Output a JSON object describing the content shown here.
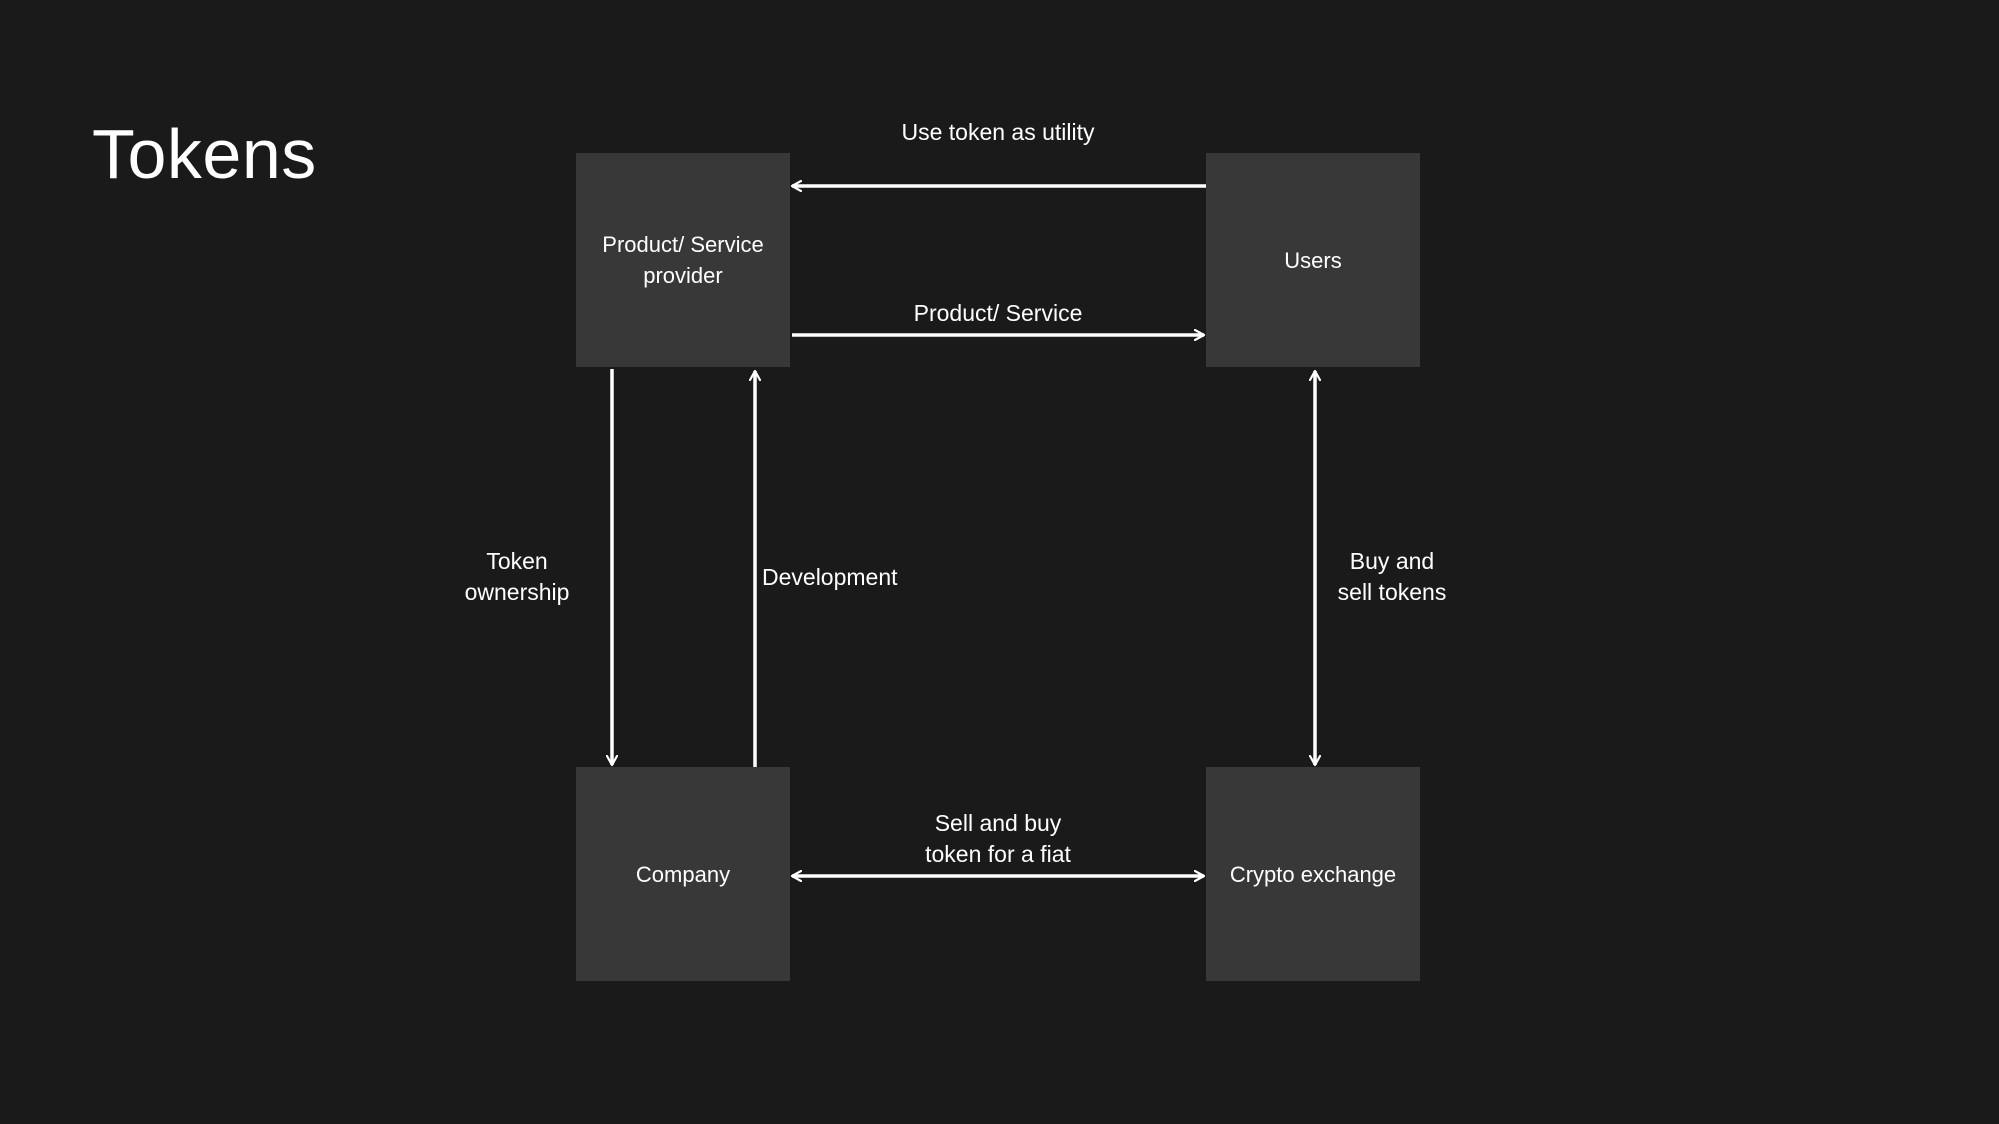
{
  "title": "Tokens",
  "nodes": {
    "provider": "Product/ Service\nprovider",
    "users": "Users",
    "company": "Company",
    "exchange": "Crypto exchange"
  },
  "edges": {
    "use_token": "Use token as utility",
    "product_service": "Product/ Service",
    "token_ownership": "Token\nownership",
    "development": "Development",
    "buy_sell": "Buy and\nsell tokens",
    "sell_buy_fiat": "Sell and buy\ntoken for a fiat"
  },
  "colors": {
    "background": "#1a1a1a",
    "node": "#383838",
    "line": "#ffffff",
    "text": "#ffffff"
  }
}
